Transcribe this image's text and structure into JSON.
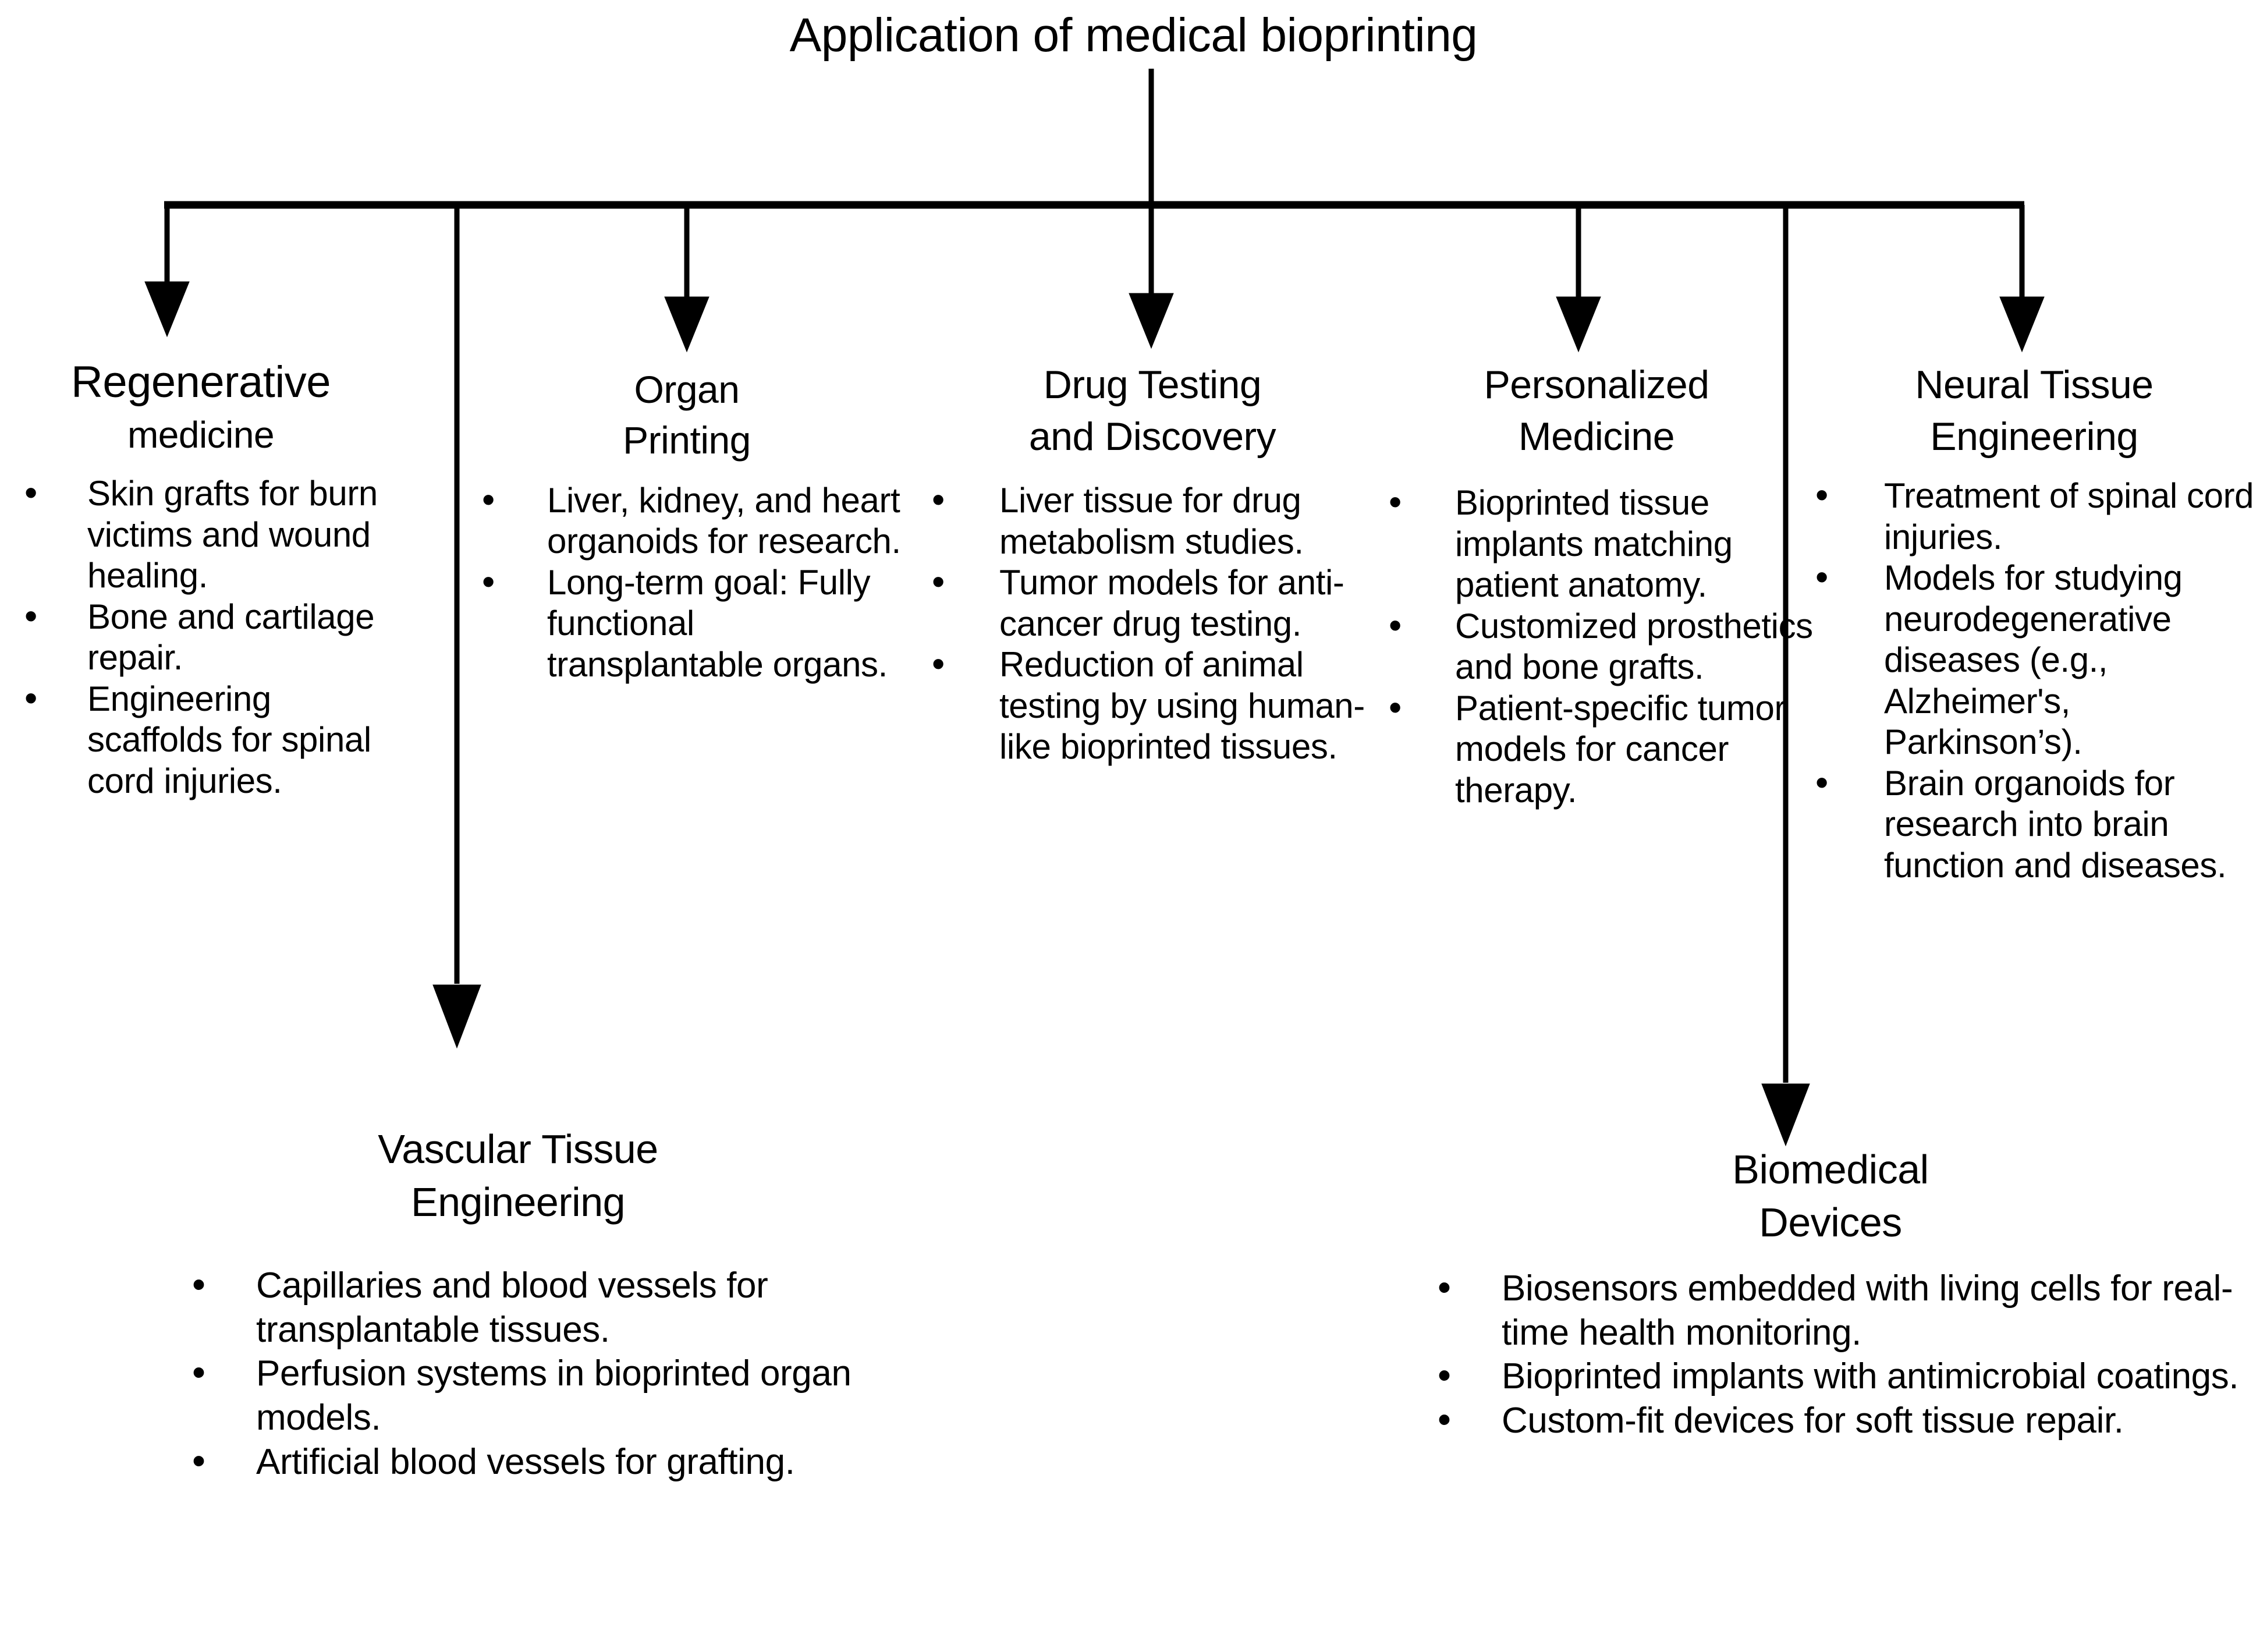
{
  "diagram": {
    "root": {
      "title": "Application of medical bioprinting"
    },
    "branches": [
      {
        "id": "regenerative-medicine",
        "heading_line1": "Regenerative",
        "heading_line2": "medicine",
        "bullets": [
          "Skin grafts for burn victims and wound healing.",
          "Bone and cartilage repair.",
          "Engineering scaffolds for spinal cord injuries."
        ]
      },
      {
        "id": "organ-printing",
        "heading_line1": "Organ",
        "heading_line2": "Printing",
        "bullets": [
          "Liver, kidney, and heart organoids for research.",
          "Long-term goal: Fully functional transplantable organs."
        ]
      },
      {
        "id": "drug-testing-and-discovery",
        "heading_line1": "Drug Testing",
        "heading_line2": "and Discovery",
        "bullets": [
          "Liver tissue for drug metabolism studies.",
          "Tumor models for anti-cancer drug testing.",
          "Reduction of animal testing by using human-like bioprinted tissues."
        ]
      },
      {
        "id": "personalized-medicine",
        "heading_line1": "Personalized",
        "heading_line2": "Medicine",
        "bullets": [
          "Bioprinted tissue implants matching patient anatomy.",
          "Customized prosthetics and bone grafts.",
          "Patient-specific tumor models for cancer therapy."
        ]
      },
      {
        "id": "neural-tissue-engineering",
        "heading_line1": "Neural Tissue",
        "heading_line2": "Engineering",
        "bullets": [
          "Treatment of spinal cord injuries.",
          "Models for studying neurodegenerative diseases (e.g., Alzheimer's, Parkinson’s).",
          "Brain organoids for research into brain function and diseases."
        ]
      },
      {
        "id": "vascular-tissue-engineering",
        "heading_line1": "Vascular Tissue",
        "heading_line2": "Engineering",
        "bullets": [
          "Capillaries and blood vessels for transplantable tissues.",
          "Perfusion systems in bioprinted organ models.",
          "Artificial blood vessels for grafting."
        ]
      },
      {
        "id": "biomedical-devices",
        "heading_line1": "Biomedical",
        "heading_line2": "Devices",
        "bullets": [
          "Biosensors embedded with living cells for real-time health monitoring.",
          "Bioprinted implants with antimicrobial coatings.",
          "Custom-fit devices for soft tissue repair."
        ]
      }
    ],
    "style": {
      "line_color": "#000000",
      "background": "#ffffff",
      "bullet_glyph": "•"
    }
  }
}
